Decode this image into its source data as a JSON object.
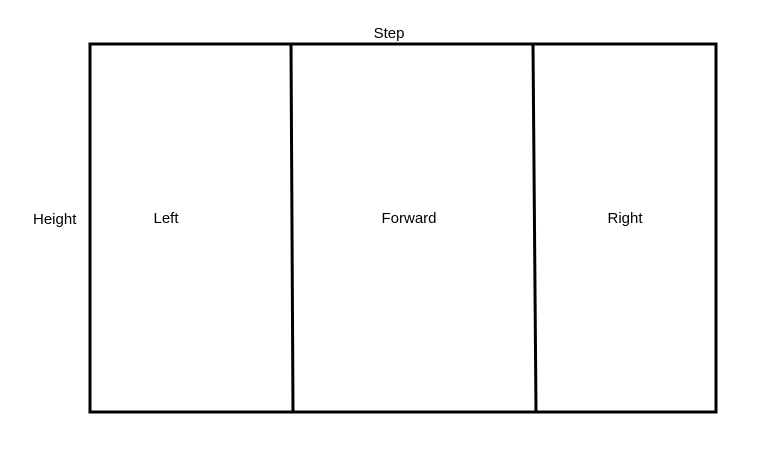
{
  "diagram": {
    "top_label": "Step",
    "side_label": "Height",
    "sections": [
      {
        "label": "Left"
      },
      {
        "label": "Forward"
      },
      {
        "label": "Right"
      }
    ],
    "line_color": "#000000",
    "background_color": "#ffffff"
  }
}
